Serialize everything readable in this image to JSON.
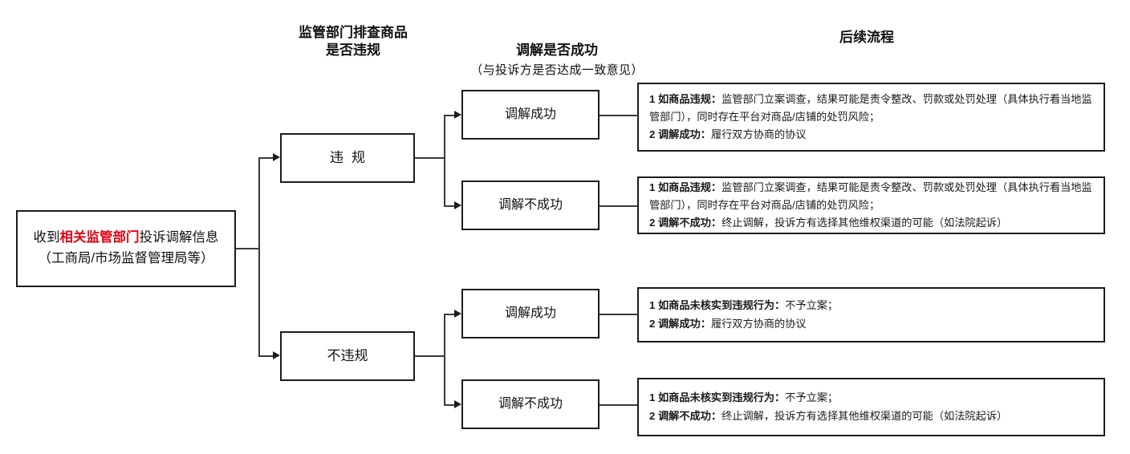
{
  "headers": {
    "inspect": "监管部门排查商品\n是否违规",
    "mediation_title": "调解是否成功",
    "mediation_sub": "（与投诉方是否达成一致意见）",
    "followup": "后续流程"
  },
  "start_node": {
    "line1_pre": "收到",
    "line1_highlight": "相关监管部门",
    "line1_post": "投诉调解信息",
    "line2": "（工商局/市场监督管理局等）",
    "highlight_color": "#e60012"
  },
  "decisions": [
    {
      "id": "violation",
      "label": "违规"
    },
    {
      "id": "no-violation",
      "label": "不违规"
    }
  ],
  "mediation_nodes": [
    {
      "id": "med-ok-1",
      "label": "调解成功"
    },
    {
      "id": "med-no-1",
      "label": "调解不成功"
    },
    {
      "id": "med-ok-2",
      "label": "调解成功"
    },
    {
      "id": "med-no-2",
      "label": "调解不成功"
    }
  ],
  "outcomes": [
    {
      "id": "outcome-1",
      "items": [
        {
          "lead": "1 如商品违规：",
          "body": "监管部门立案调查，结果可能是责令整改、罚款或处罚处理（具体执行看当地监管部门），同时存在平台对商品/店铺的处罚风险；"
        },
        {
          "lead": "2 调解成功：",
          "body": "履行双方协商的协议"
        }
      ]
    },
    {
      "id": "outcome-2",
      "items": [
        {
          "lead": "1 如商品违规：",
          "body": "监管部门立案调查，结果可能是责令整改、罚款或处罚处理（具体执行看当地监管部门），同时存在平台对商品/店铺的处罚风险；"
        },
        {
          "lead": "2 调解不成功：",
          "body": "终止调解，投诉方有选择其他维权渠道的可能（如法院起诉）"
        }
      ]
    },
    {
      "id": "outcome-3",
      "items": [
        {
          "lead": "1 如商品未核实到违规行为：",
          "body": "不予立案；"
        },
        {
          "lead": "2 调解成功：",
          "body": "履行双方协商的协议"
        }
      ]
    },
    {
      "id": "outcome-4",
      "items": [
        {
          "lead": "1 如商品未核实到违规行为：",
          "body": "不予立案；"
        },
        {
          "lead": "2 调解不成功：",
          "body": "终止调解，投诉方有选择其他维权渠道的可能（如法院起诉）"
        }
      ]
    }
  ]
}
